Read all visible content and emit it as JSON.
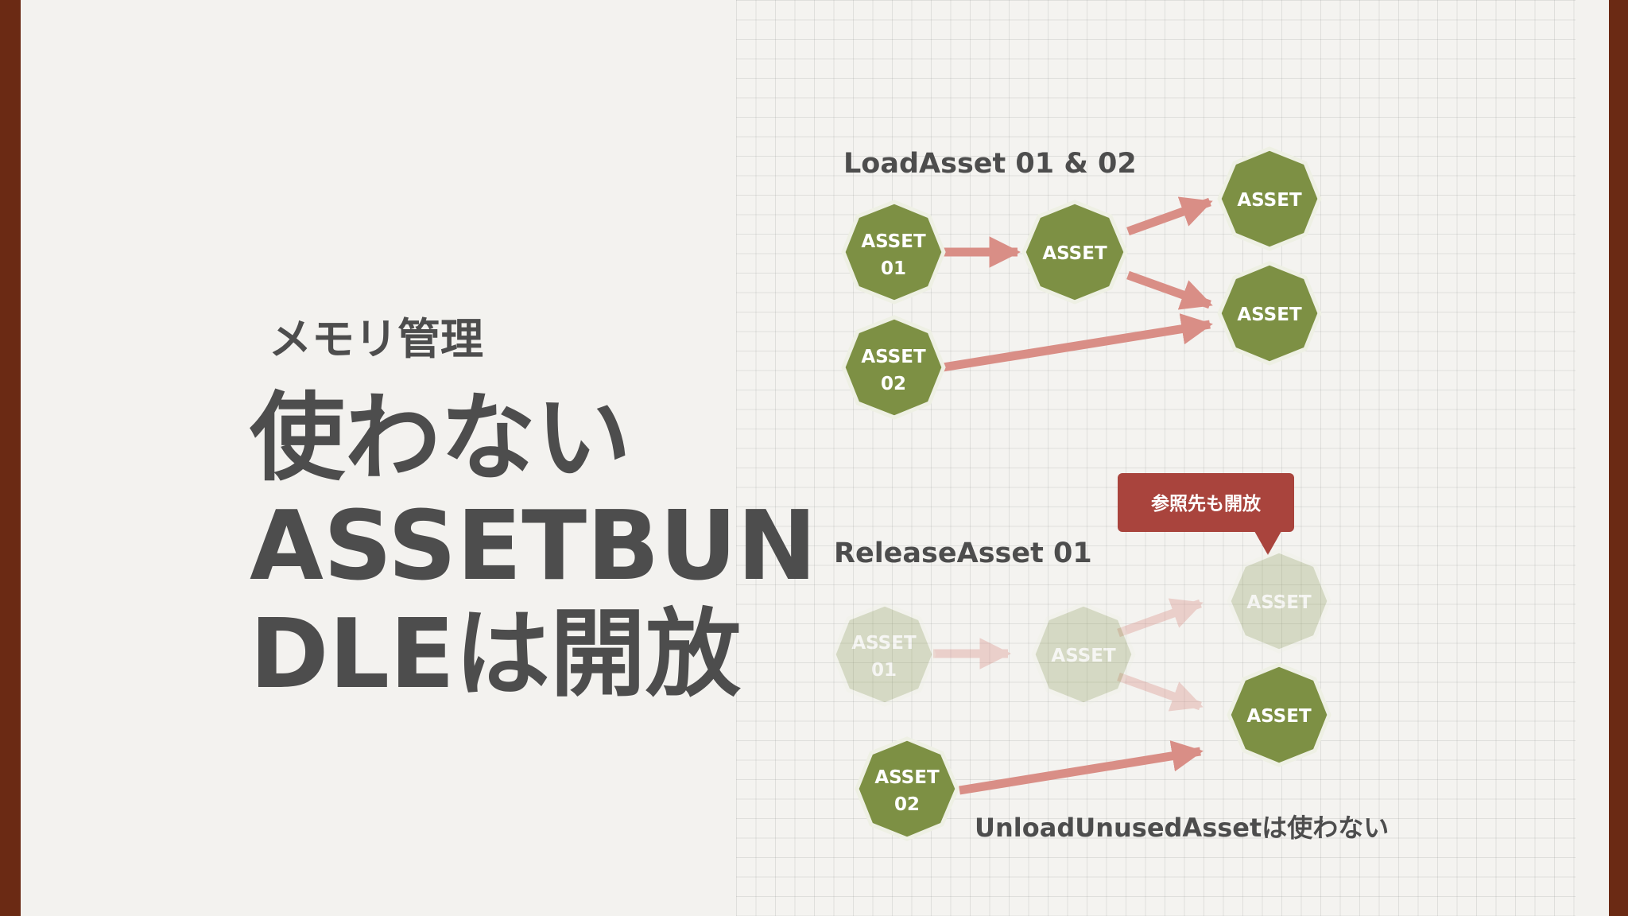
{
  "subtitle": "メモリ管理",
  "title_lines": [
    "使わない",
    "ASSETBUN",
    "DLEは開放"
  ],
  "colors": {
    "node_fill": "#7d9044",
    "node_stroke": "#eef0e4",
    "arrow": "#d98e86",
    "callout": "#a9443d",
    "text_dark": "#4d4d4d",
    "frame": "#6b2a14"
  },
  "diagram": {
    "top": {
      "heading": "LoadAsset 01 & 02",
      "nodes": [
        {
          "lines": [
            "ASSET",
            "01"
          ]
        },
        {
          "lines": [
            "ASSET",
            "02"
          ]
        },
        {
          "lines": [
            "ASSET"
          ]
        },
        {
          "lines": [
            "ASSET"
          ]
        },
        {
          "lines": [
            "ASSET"
          ]
        }
      ]
    },
    "bottom": {
      "heading": "ReleaseAsset 01",
      "callout": "参照先も開放",
      "note": "UnloadUnusedAssetは使わない",
      "nodes": [
        {
          "lines": [
            "ASSET",
            "01"
          ],
          "faded": true
        },
        {
          "lines": [
            "ASSET",
            "02"
          ],
          "faded": false
        },
        {
          "lines": [
            "ASSET"
          ],
          "faded": true
        },
        {
          "lines": [
            "ASSET"
          ],
          "faded": true
        },
        {
          "lines": [
            "ASSET"
          ],
          "faded": false
        }
      ]
    }
  }
}
